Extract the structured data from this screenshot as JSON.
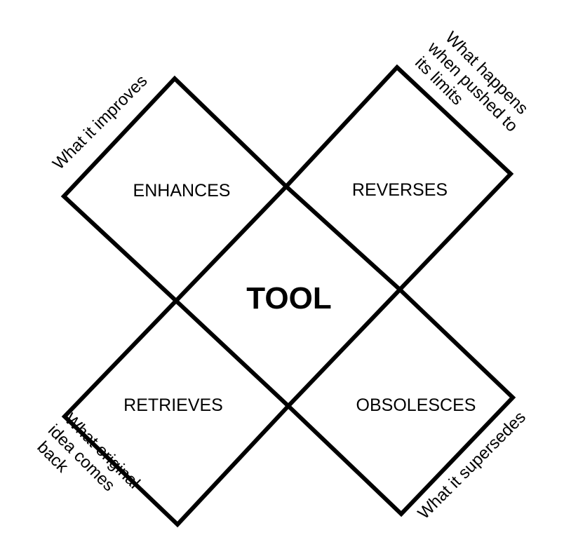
{
  "center_label": "TOOL",
  "quadrants": {
    "top_left": {
      "label": "ENHANCES",
      "note_lines": [
        "What it improves"
      ]
    },
    "top_right": {
      "label": "REVERSES",
      "note_lines": [
        "What happens",
        "when pushed to",
        "its limits"
      ]
    },
    "bottom_left": {
      "label": "RETRIEVES",
      "note_lines": [
        "What original",
        "idea comes",
        "back"
      ]
    },
    "bottom_right": {
      "label": "OBSOLESCES",
      "note_lines": [
        "What it supersedes"
      ]
    }
  },
  "colors": {
    "line": "#000000",
    "background": "#ffffff"
  }
}
